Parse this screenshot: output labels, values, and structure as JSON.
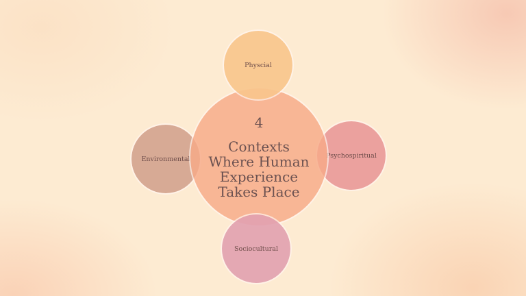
{
  "diagram": {
    "type": "venn-style cluster",
    "center": {
      "number": "4",
      "lines": [
        "Contexts",
        "Where Human",
        "Experience",
        "Takes Place"
      ],
      "color": "#f7aa87"
    },
    "satellites": [
      {
        "position": "top",
        "label": "Physcial",
        "color": "#f9c68c"
      },
      {
        "position": "left",
        "label": "Environmental",
        "color": "#d2a08c"
      },
      {
        "position": "right",
        "label": "Psychospiritual",
        "color": "#e89696"
      },
      {
        "position": "bottom",
        "label": "Sociocultural",
        "color": "#e2a2b0"
      }
    ]
  },
  "colors": {
    "background": "#fdebd2",
    "text": "#6b5150"
  }
}
